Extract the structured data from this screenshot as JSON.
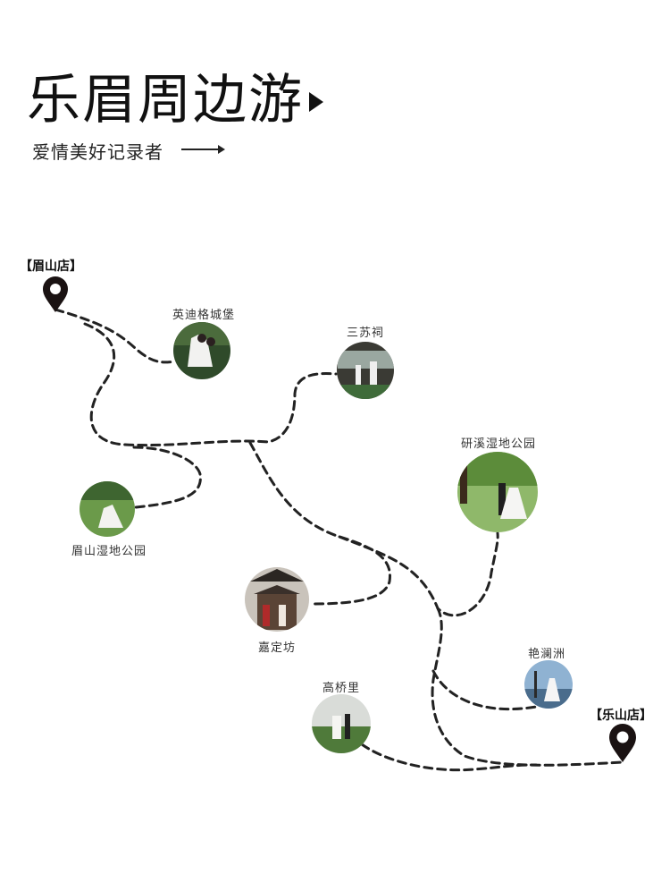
{
  "header": {
    "title": "乐眉周边游",
    "subtitle": "爱情美好记录者"
  },
  "stores": {
    "start": "【眉山店】",
    "end": "【乐山店】"
  },
  "spots": [
    {
      "name": "英迪格城堡"
    },
    {
      "name": "三苏祠"
    },
    {
      "name": "研溪湿地公园"
    },
    {
      "name": "眉山湿地公园"
    },
    {
      "name": "嘉定坊"
    },
    {
      "name": "艳澜洲"
    },
    {
      "name": "高桥里"
    }
  ],
  "colors": {
    "ink": "#111111",
    "route": "#222222",
    "greenery": "#4f7a3a"
  },
  "icons": [
    "location-pin-icon",
    "play-triangle-icon",
    "arrow-right-icon"
  ]
}
